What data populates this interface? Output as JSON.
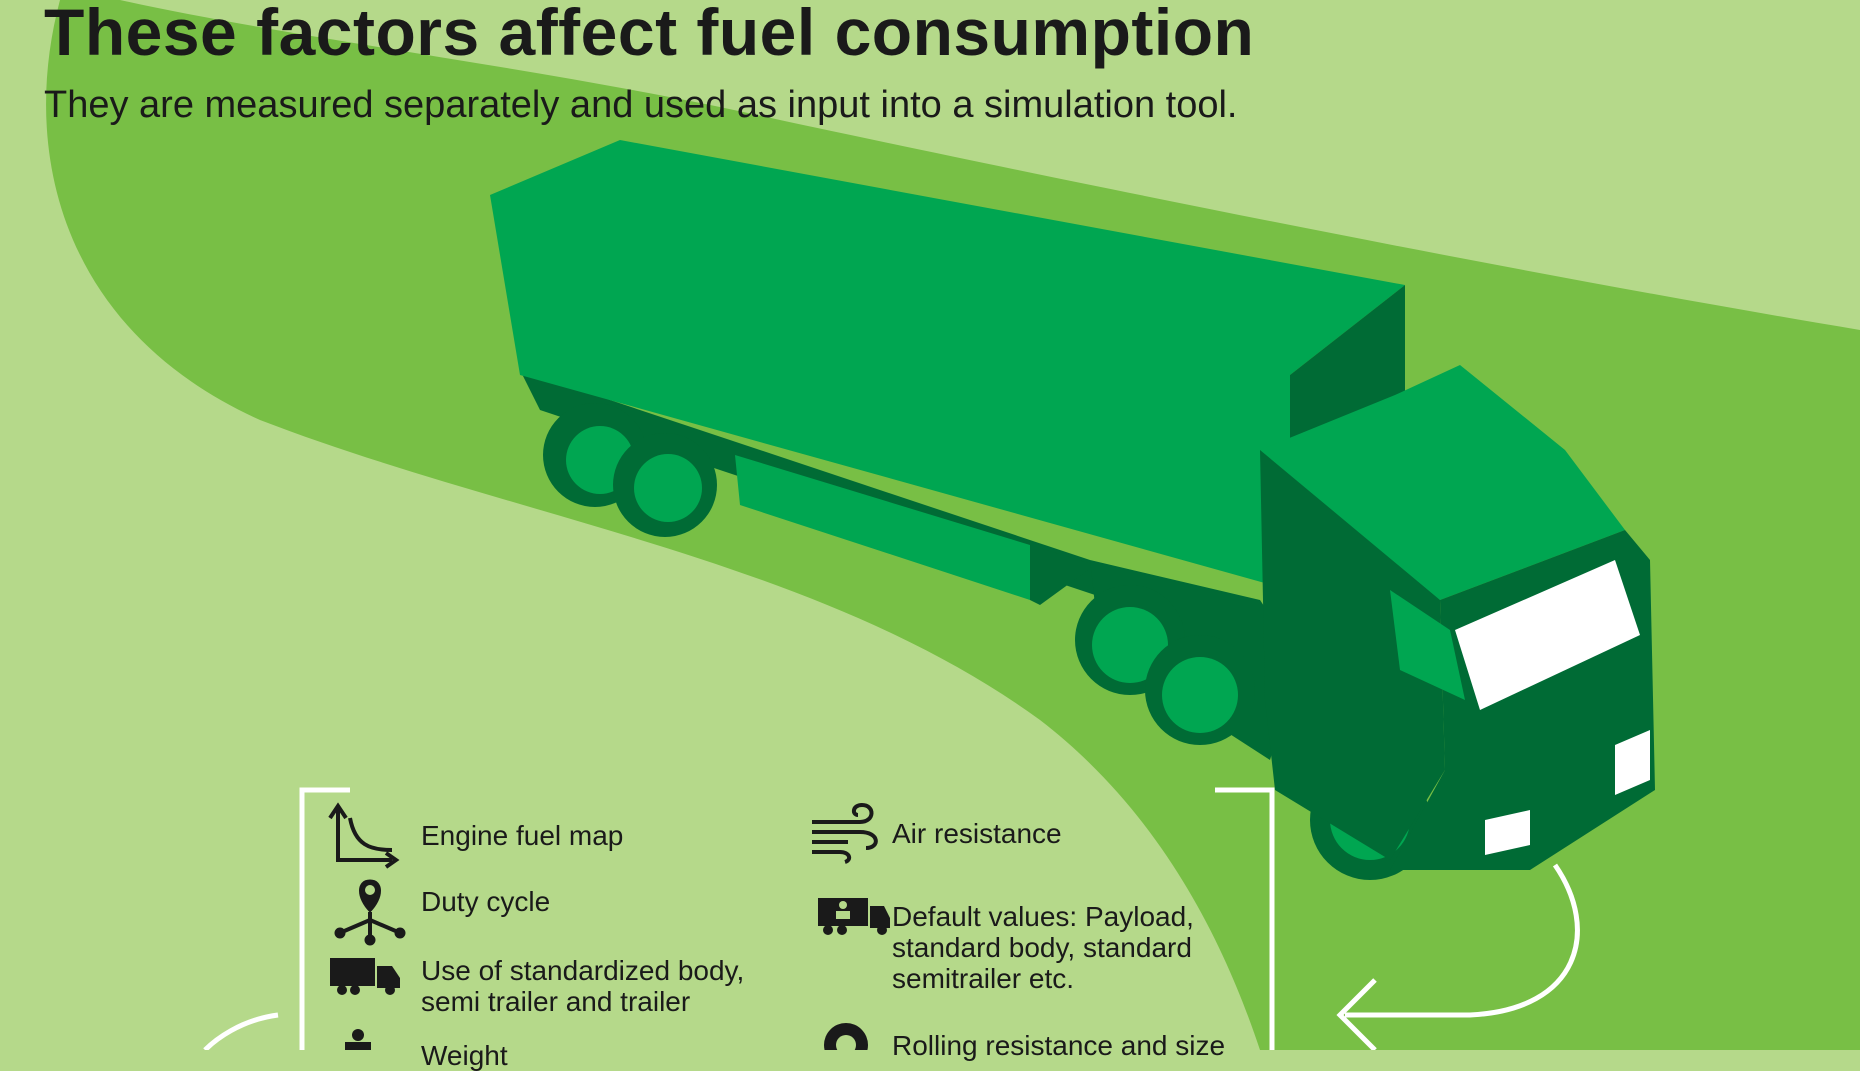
{
  "header": {
    "title": "These factors affect fuel consumption",
    "subtitle": "They are measured separately and used as input into a simulation tool."
  },
  "colors": {
    "background_light": "#b5d98a",
    "road": "#78bf45",
    "truck_main": "#00a651",
    "truck_dark": "#006b35",
    "text": "#1a1a1a",
    "bracket": "#ffffff"
  },
  "factors": [
    {
      "icon": "engine-fuel-map-icon",
      "label": "Engine fuel map"
    },
    {
      "icon": "duty-cycle-icon",
      "label": "Duty cycle"
    },
    {
      "icon": "standardized-body-truck-icon",
      "label": "Use of standardized body,\nsemi trailer and trailer"
    },
    {
      "icon": "weight-icon",
      "label": "Weight"
    },
    {
      "icon": "air-resistance-icon",
      "label": "Air resistance"
    },
    {
      "icon": "default-values-truck-icon",
      "label": "Default values: Payload,\nstandard body, standard\nsemitrailer etc."
    },
    {
      "icon": "rolling-resistance-gear-icon",
      "label": "Rolling resistance and size"
    }
  ]
}
